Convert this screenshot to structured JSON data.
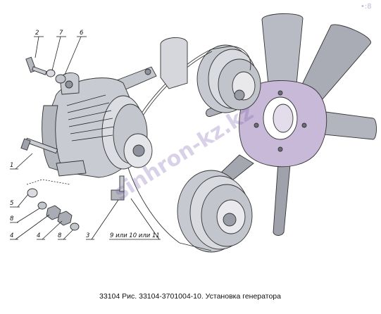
{
  "caption": "33104 Рис. 33104-3701004-10. Установка генератора",
  "watermark": "sinhron-kz.kz",
  "corner_mark": "•:8",
  "colors": {
    "body": "#c9cbd2",
    "body_dark": "#8f929c",
    "body_light": "#e7e8ec",
    "fan": "#b9bbc4",
    "fan_dark": "#9a9ca6",
    "fan_hub": "#c9b9d8",
    "line": "#222222",
    "watermark": "#8a6bb5"
  },
  "callouts": [
    {
      "id": "c2",
      "text": "2"
    },
    {
      "id": "c7",
      "text": "7"
    },
    {
      "id": "c6",
      "text": "6"
    },
    {
      "id": "c1",
      "text": "1"
    },
    {
      "id": "c5",
      "text": "5"
    },
    {
      "id": "c8a",
      "text": "8"
    },
    {
      "id": "c4a",
      "text": "4"
    },
    {
      "id": "c4b",
      "text": "4"
    },
    {
      "id": "c8b",
      "text": "8"
    },
    {
      "id": "c3",
      "text": "3"
    },
    {
      "id": "c9",
      "text": "9 или 10 или 11"
    }
  ]
}
